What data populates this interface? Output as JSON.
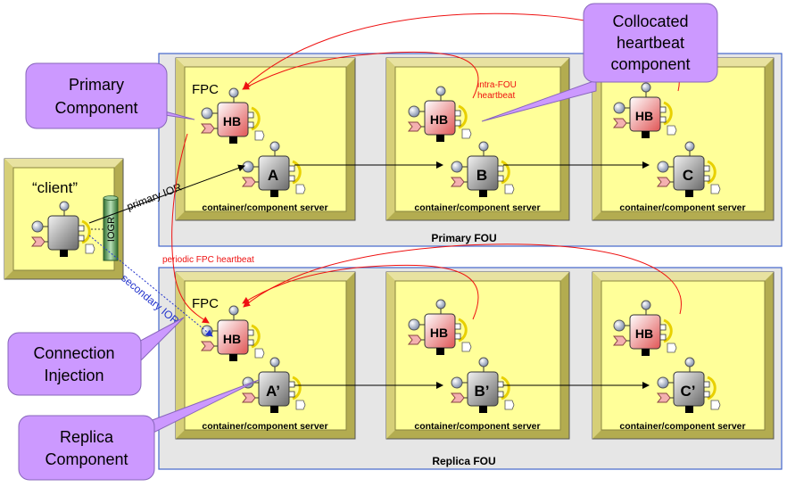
{
  "primary_fou": {
    "label": "Primary FOU"
  },
  "replica_fou": {
    "label": "Replica FOU"
  },
  "container_label": "container/component server",
  "fpc_label": "FPC",
  "hb_label": "HB",
  "components": {
    "a": "A",
    "b": "B",
    "c": "C",
    "a_prime": "A’",
    "b_prime": "B’",
    "c_prime": "C’"
  },
  "client": {
    "label": "“client”",
    "iogr": "IOGR"
  },
  "edge_labels": {
    "primary_ior": "primary IOR",
    "secondary_ior": "secondary IOR",
    "intra_fou_heartbeat_line1": "intra-FOU",
    "intra_fou_heartbeat_line2": "heartbeat",
    "periodic_fpc_heartbeat": "periodic FPC heartbeat"
  },
  "callouts": {
    "primary_component": [
      "Primary",
      "Component"
    ],
    "collocated_heartbeat": [
      "Collocated",
      "heartbeat",
      "component"
    ],
    "connection_injection": [
      "Connection",
      "Injection"
    ],
    "replica_component": [
      "Replica",
      "Component"
    ]
  },
  "colors": {
    "fou_bg": "#e6e6e6",
    "fou_border": "#4466cc",
    "container_fill": "#ffff99",
    "container_frame": "#a09a40",
    "callout_fill": "#cc99ff",
    "heartbeat_red": "#ee1111",
    "ior_blue": "#2233cc",
    "iogr_green": "#448844"
  }
}
